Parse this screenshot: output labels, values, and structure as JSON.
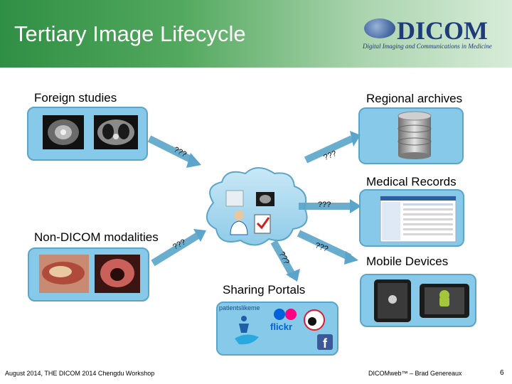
{
  "slide": {
    "title": "Tertiary Image Lifecycle",
    "logo_text": "DICOM",
    "logo_subtitle": "Digital Imaging and Communications in Medicine"
  },
  "nodes": {
    "foreign_studies": "Foreign studies",
    "regional_archives": "Regional archives",
    "medical_records": "Medical Records",
    "non_dicom": "Non-DICOM modalities",
    "mobile_devices": "Mobile Devices",
    "sharing_portals": "Sharing Portals"
  },
  "arrow_labels": {
    "a1": "???",
    "a2": "???",
    "a3": "???",
    "a4": "???",
    "a5": "???",
    "a6": "???"
  },
  "portal_names": {
    "patientslikeme": "patientslikeme",
    "flickr": "flickr"
  },
  "footer": {
    "left": "August 2014, THE DICOM 2014 Chengdu Workshop",
    "right": "DICOMweb™ – Brad Genereaux",
    "page": "6"
  },
  "colors": {
    "box_fill": "#87c9e8",
    "box_border": "#5aa5c9",
    "header_start": "#2f8f44",
    "logo": "#1e3c78"
  }
}
